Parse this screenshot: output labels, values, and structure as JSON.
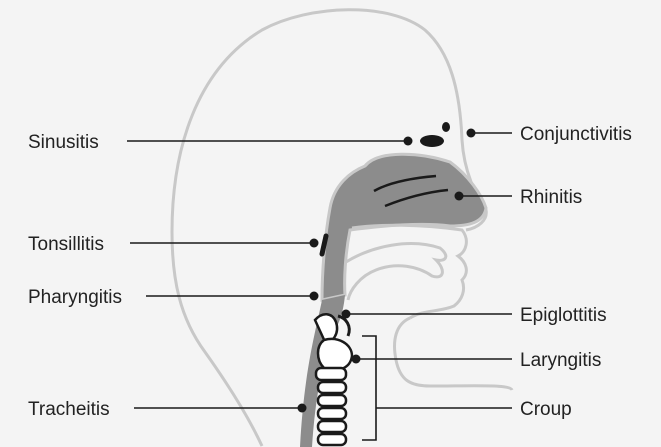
{
  "labels": {
    "sinusitis": "Sinusitis",
    "conjunctivitis": "Conjunctivitis",
    "rhinitis": "Rhinitis",
    "tonsillitis": "Tonsillitis",
    "pharyngitis": "Pharyngitis",
    "epiglottitis": "Epiglottitis",
    "laryngitis": "Laryngitis",
    "tracheitis": "Tracheitis",
    "croup": "Croup"
  },
  "colors": {
    "background": "#f4f4f4",
    "outline": "#c8c8c8",
    "airway": "#8c8c8c",
    "vertebra": "#ffffff",
    "ink": "#1a1a1a"
  }
}
